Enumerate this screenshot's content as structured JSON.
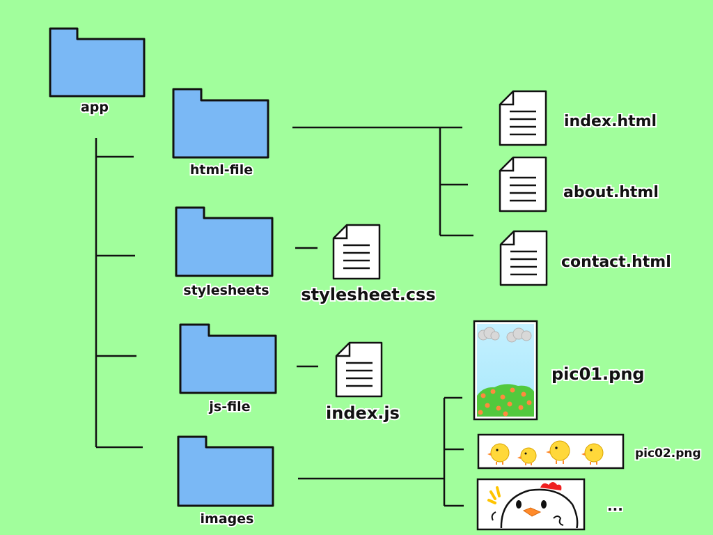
{
  "folders": {
    "app": "app",
    "html_file": "html-file",
    "stylesheets": "stylesheets",
    "js_file": "js-file",
    "images": "images"
  },
  "files": {
    "index_html": "index.html",
    "about_html": "about.html",
    "contact_html": "contact.html",
    "stylesheet_css": "stylesheet.css",
    "index_js": "index.js",
    "pic01": "pic01.png",
    "pic02": "pic02.png",
    "more": "..."
  },
  "colors": {
    "background": "#a1fe9c",
    "folder": "#7ab8f5",
    "outline": "#111111"
  }
}
